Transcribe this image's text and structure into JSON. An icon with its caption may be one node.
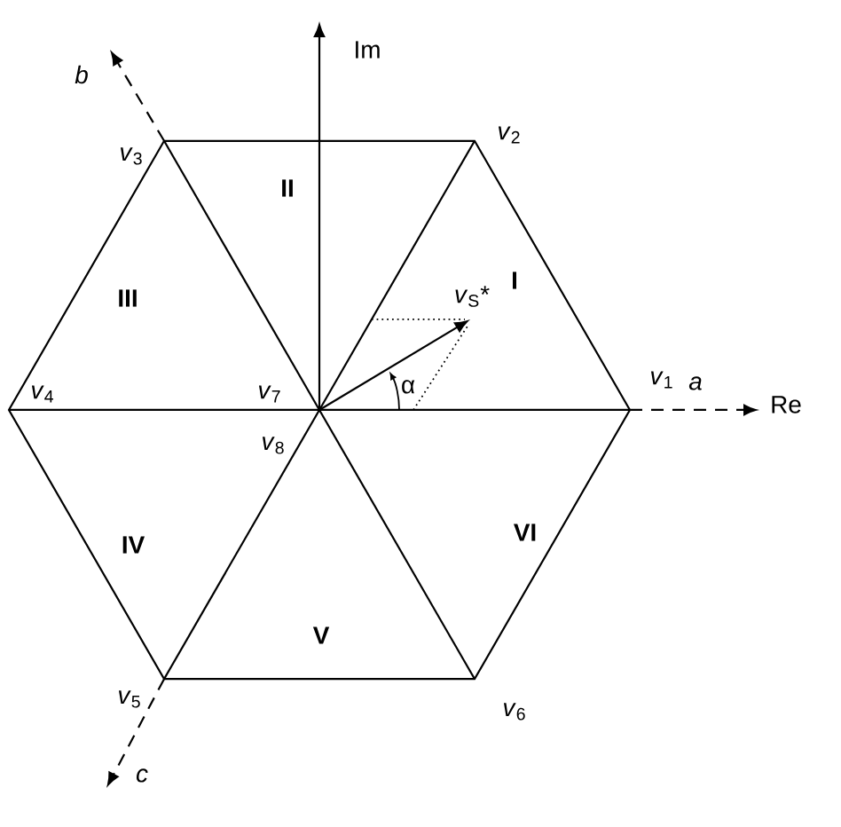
{
  "diagram": {
    "labels": [
      "Im",
      "*b*",
      "*v*$_{3}$",
      "*v*$_{2}$",
      "II",
      "*v*$_{S}$*",
      "I",
      "III",
      "α",
      "*v*$_{4}$",
      "*v*$_{7}$",
      "*v*$_{1}$",
      "*a*",
      "Re",
      "*v*$_{8}$",
      "IV",
      "VI",
      "V",
      "*v*$_{5}$",
      "*v*$_{6}$",
      "*c*"
    ]
  }
}
